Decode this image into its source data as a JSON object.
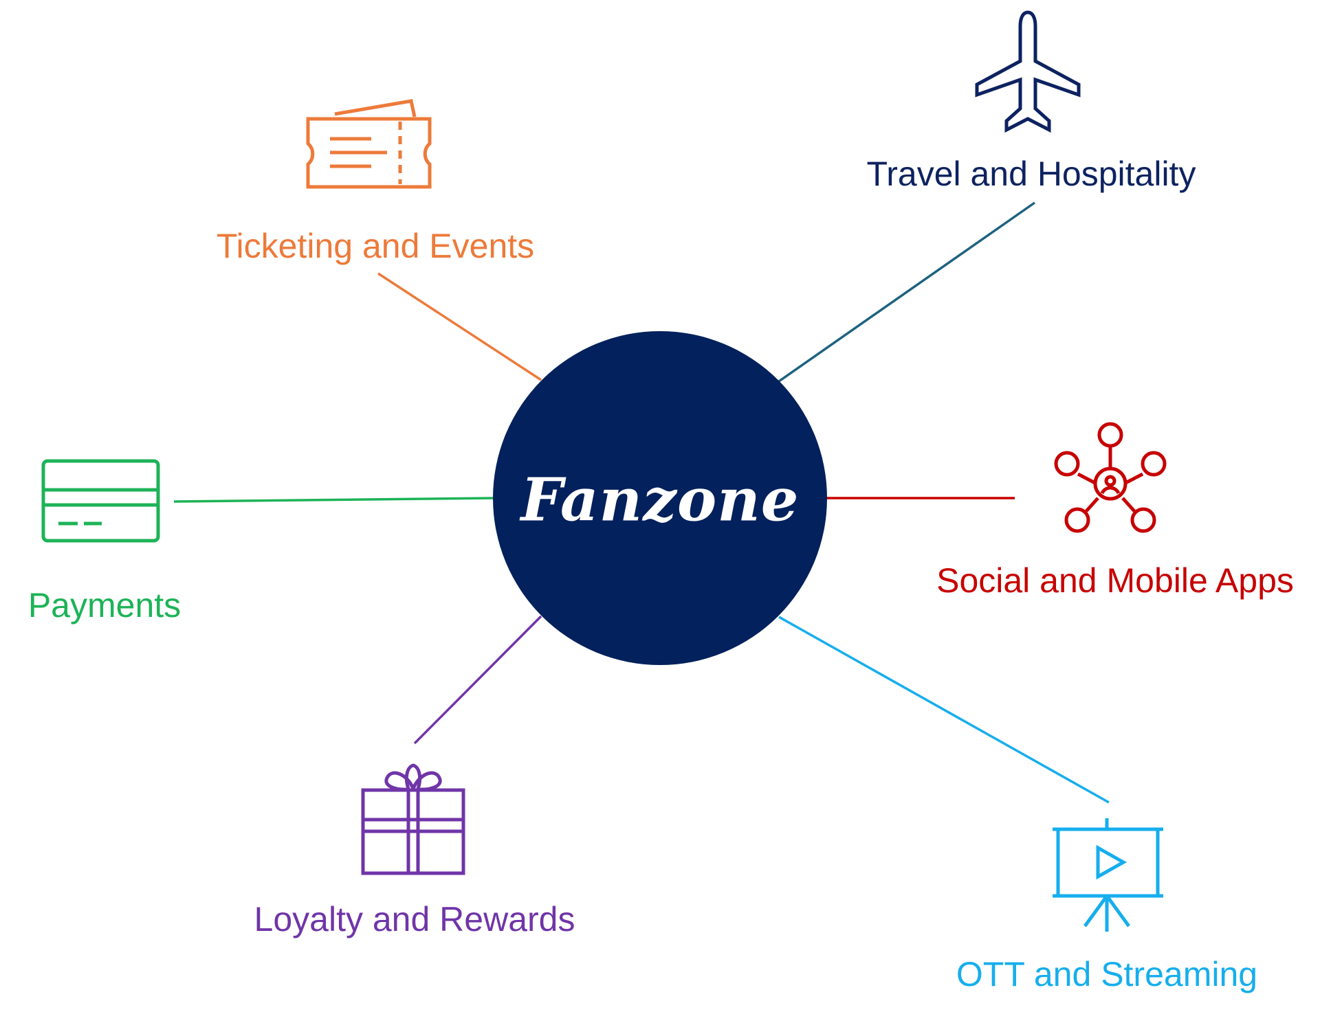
{
  "hub": {
    "title": "Fanzone",
    "color": "#03215c"
  },
  "nodes": [
    {
      "id": "ticketing",
      "label": "Ticketing and Events",
      "color": "#ed7a3a",
      "icon": "ticket-icon"
    },
    {
      "id": "travel",
      "label": "Travel and Hospitality",
      "color": "#0d2260",
      "icon": "airplane-icon"
    },
    {
      "id": "payments",
      "label": "Payments",
      "color": "#1db357",
      "icon": "credit-card-icon"
    },
    {
      "id": "social",
      "label": "Social and Mobile Apps",
      "color": "#c70000",
      "icon": "network-icon"
    },
    {
      "id": "loyalty",
      "label": "Loyalty and Rewards",
      "color": "#7035a8",
      "icon": "gift-icon"
    },
    {
      "id": "ott",
      "label": "OTT and Streaming",
      "color": "#16aeed",
      "icon": "video-screen-icon"
    }
  ],
  "connector_colors": {
    "travel": "#1d6280"
  }
}
